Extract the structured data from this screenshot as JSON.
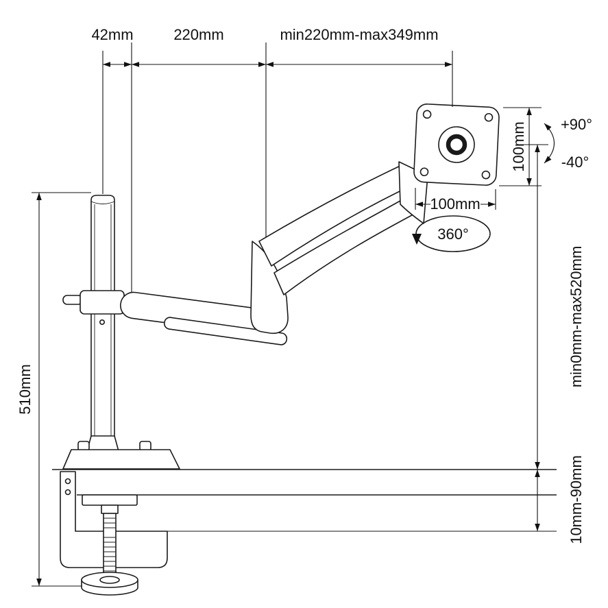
{
  "colors": {
    "ink": "#111111",
    "line": "#1a1a1a",
    "background": "#ffffff"
  },
  "labels": {
    "pole_offset": "42mm",
    "arm_first_segment": "220mm",
    "arm_reach_range": "min220mm-max349mm",
    "vesa_vertical": "100mm",
    "vesa_horizontal": "100mm",
    "tilt_up": "+90°",
    "tilt_down": "-40°",
    "swivel": "360°",
    "height_adjust_range": "min0mm-max520mm",
    "pole_height": "510mm",
    "desk_thickness_range": "10mm-90mm"
  }
}
